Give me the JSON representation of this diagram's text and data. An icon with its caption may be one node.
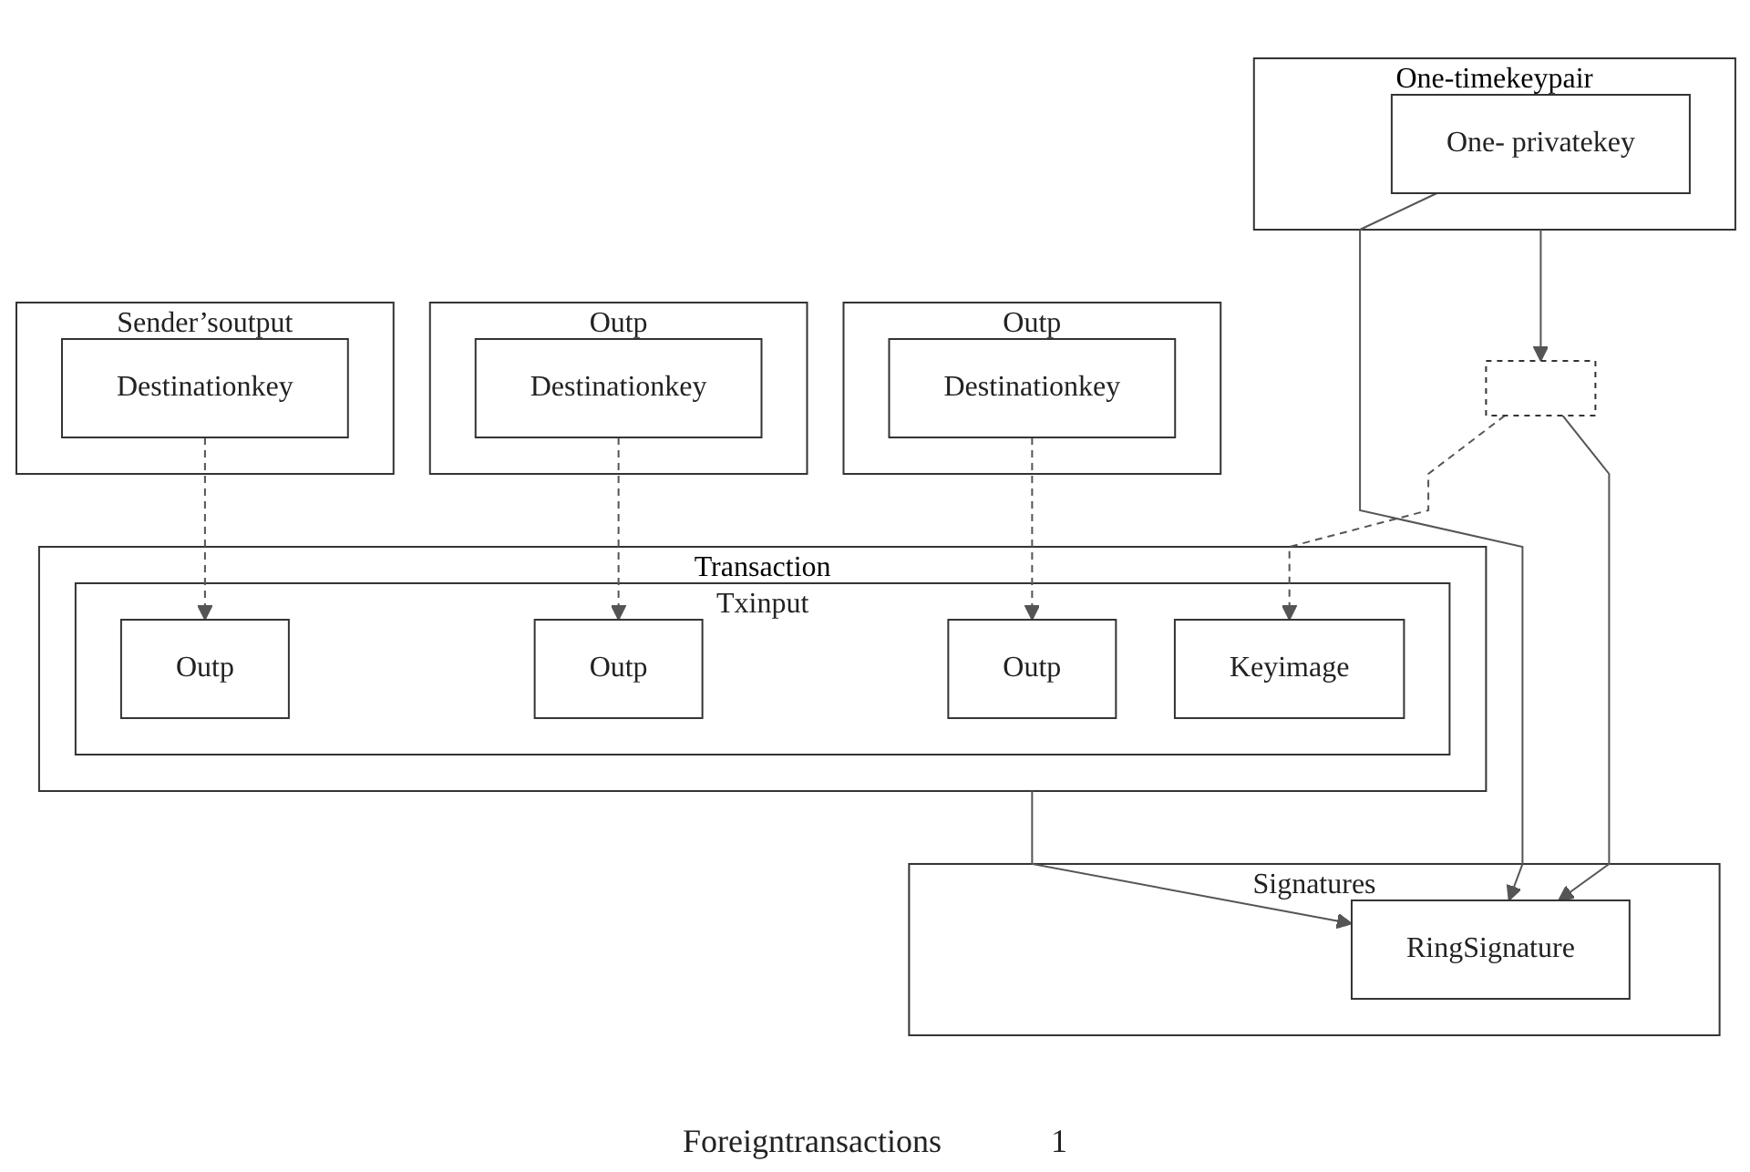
{
  "diagram": {
    "nodes": [
      {
        "text": [
          "Outp"
        ]
      },
      {
        "text": [
          "Destinationkey"
        ],
        "in": 0
      },
      {
        "text": [
          "Outp"
        ]
      },
      {
        "text": [
          "Destinationkey"
        ],
        "in": 2
      },
      {
        "text": [
          "Transaction"
        ]
      },
      {
        "text": [
          "Txinput"
        ],
        "in": 4
      },
      {
        "text": [
          "Outp"
        ],
        "in": 5
      },
      {
        "text": [
          "Outp"
        ],
        "in": 5
      },
      {
        "text": [
          "Outp"
        ],
        "in": 5
      },
      {
        "text": [
          "Keyimage"
        ],
        "in": 5
      },
      {
        "text": [
          "Sender’soutput"
        ]
      },
      {
        "text": [
          "Destinationkey"
        ],
        "in": 10
      },
      {
        "text": [
          "One-timekeypair"
        ]
      },
      {
        "text": [
          "One- privatekey"
        ],
        "in": 12
      },
      {
        "text": [],
        "shape": "box"
      },
      {
        "text": [
          "Signatures"
        ]
      },
      {
        "text": [
          "RingSignature"
        ],
        "in": 15
      }
    ],
    "edges": [
      {
        "from": 1,
        "to": 6,
        "arrow": "to",
        "style": "dashed"
      },
      {
        "from": 11,
        "to": 7,
        "arrow": "to",
        "style": "dashed"
      },
      {
        "from": 3,
        "to": 8,
        "arrow": "to",
        "style": "dashed"
      },
      {
        "from": 14,
        "to": 9,
        "arrow": "to",
        "style": "dashed"
      },
      {
        "from": 12,
        "to": 14,
        "arrow": "to"
      },
      {
        "from": 4,
        "to": 16,
        "arrow": "to"
      },
      {
        "from": 14,
        "to": 16,
        "arrow": "to"
      },
      {
        "from": 13,
        "to": 16,
        "arrow": "to"
      }
    ],
    "labels": [
      "Foreigntransactions",
      "1"
    ]
  }
}
